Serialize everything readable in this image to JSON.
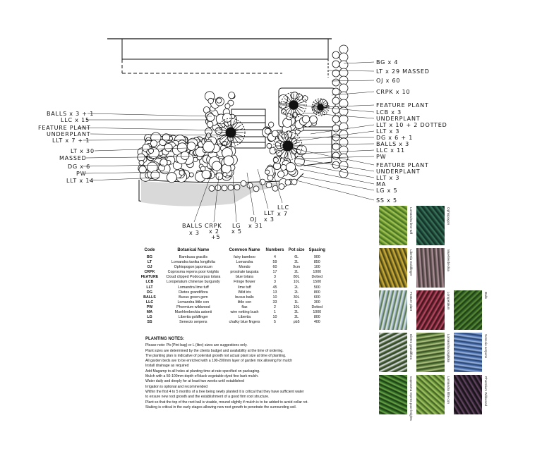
{
  "callouts": {
    "right": [
      "BG x 4",
      "LT x 29 MASSED",
      "OJ x 60",
      "CRPK x 10",
      "FEATURE PLANT",
      "LCB x 3",
      "UNDERPLANT",
      "LLT x 10 + 2 DOTTED",
      "LLT x 3",
      "DG x 6 + 1",
      "BALLS x 3",
      "LLC x 11",
      "PW",
      "FEATURE PLANT",
      "UNDERPLANT",
      "LLT x 3",
      "MA",
      "LG x 5",
      "SS x 5"
    ],
    "left": [
      "BALLS x 3 + 1",
      "LLC x 15",
      "FEATURE PLANT",
      "UNDERPLANT",
      "LLT x 7 + 1",
      "LT x 30",
      "MASSED",
      "DG x 6",
      "PW",
      "LLT x 14"
    ],
    "bottom": [
      "BALLS",
      "x 3",
      "CRPK",
      "x 2",
      "+5",
      "LG",
      "x 5",
      "OJ",
      "x 31",
      "LLT",
      "x 3",
      "LLC",
      "x 7"
    ]
  },
  "schedule": {
    "headers": [
      "Code",
      "Botanical Name",
      "Common Name",
      "Numbers",
      "Pot size",
      "Spacing"
    ],
    "rows": [
      [
        "BG",
        "Bambusa gracilis",
        "fairy bamboo",
        "4",
        "6L",
        "900"
      ],
      [
        "LT",
        "Lomandra tanika longifolia",
        "Lomandra",
        "59",
        "2L",
        "850"
      ],
      [
        "OJ",
        "Ophiopogon japonicum",
        "Mondo",
        "60",
        "9cm",
        "100"
      ],
      [
        "CRPK",
        "Coprosma repens poor knights",
        "prostrate taupata",
        "17",
        "2L",
        "1000"
      ],
      [
        "FEATURE",
        "Cloud clipped Podocarpus totara",
        "blue totara",
        "3",
        "80L",
        "Dotted"
      ],
      [
        "LCB",
        "Loropetalum chinense burgundy",
        "Fringe flower",
        "3",
        "10L",
        "1500"
      ],
      [
        "LLT",
        "Lomandra lime tuff",
        "lime tuff",
        "45",
        "2L",
        "500"
      ],
      [
        "DG",
        "Dietes grandiflora",
        "Wild iris",
        "13",
        "2L",
        "800"
      ],
      [
        "BALLS",
        "Buxus green gem",
        "buxus balls",
        "10",
        "30L",
        "600"
      ],
      [
        "LLC",
        "Lomandra little con",
        "little con",
        "33",
        "1L",
        "300"
      ],
      [
        "PW",
        "Phormium wildwood",
        "flax",
        "2",
        "10L",
        "Dotted"
      ],
      [
        "MA",
        "Muehlenbeckia astonii",
        "wire netting bush",
        "1",
        "2L",
        "1000"
      ],
      [
        "LG",
        "Libertia goldfinger",
        "Libertia",
        "10",
        "2L",
        "800"
      ],
      [
        "SS",
        "Senecio serpens",
        "chalky blue fingers",
        "5",
        "pb5",
        "400"
      ]
    ]
  },
  "notes": {
    "title": "PLANTING NOTES:",
    "lines": [
      "Please note: Pb (Pint bag) or L (litre) sizes are suggestions only.",
      "Plant sizes are determined by the clients budget and availability at the time of ordering.",
      "The planting plan is indicative of potential growth not actual plant size at time of planting.",
      "All garden beds are to be enriched with a 100-200mm layer of garden mix allowing for mulch",
      "Install drainage as required",
      "Add Magamp to all holes at planting time at rate specified on packaging.",
      "Mulch with a 50-100mm depth of black vegetable dyed fine bark mulch.",
      "Water daily and deeply for at least two weeks until established",
      "Irrigation is optional and recommended",
      "Within the first 4 to 5 months of a tree being newly planted it is critical that they have sufficient water",
      "to ensure new root growth and the establishment of a good firm root structure.",
      "Plant so that the top of the root ball is visable, mound slightly if mulch is to be added to avoid collar rot.",
      "Staking is critical in the early stages allowing new root growth to penetrate the surrounding soil."
    ]
  },
  "photos": [
    {
      "caption": "Lomandra lime tuff",
      "colors": [
        "#6f9a2e",
        "#a9c95a",
        "#3f6b1f"
      ]
    },
    {
      "caption": "Ophiopogon",
      "colors": [
        "#1f4a3a",
        "#3d7a5f",
        "#0f2a22"
      ]
    },
    {
      "caption": "Libertia Goldfinger",
      "colors": [
        "#8a7a1e",
        "#d8b43c",
        "#3b3a18"
      ]
    },
    {
      "caption": "Muehlenbeckia",
      "colors": [
        "#6b5a5a",
        "#b89aa4",
        "#3e3434"
      ]
    },
    {
      "caption": "Feature plant",
      "colors": [
        "#9fb7c9",
        "#4f6e3a",
        "#dfe8ef"
      ]
    },
    {
      "caption": "Loropetalum",
      "colors": [
        "#6a1f2e",
        "#c24f6a",
        "#3a1218"
      ]
    },
    {
      "caption": "Balls",
      "colors": [
        "#2f5e22",
        "#5e8f3a",
        "#1a3a12"
      ]
    },
    {
      "caption": "Dietes grandiflora",
      "colors": [
        "#2a3a24",
        "#e9ecef",
        "#4e6a3a"
      ]
    },
    {
      "caption": "Lomandra longifolia",
      "colors": [
        "#5e7e3a",
        "#b8c98a",
        "#2f4a1e"
      ]
    },
    {
      "caption": "Senecio serpens",
      "colors": [
        "#4a6fb0",
        "#9fb8e0",
        "#24406e"
      ]
    },
    {
      "caption": "Coprosma repens poor knights",
      "colors": [
        "#2e6a22",
        "#6fa84a",
        "#173812"
      ]
    },
    {
      "caption": "Lomandra little con",
      "colors": [
        "#6e9a3a",
        "#a8c86a",
        "#3a5a1e"
      ]
    },
    {
      "caption": "Phormium Wildwood",
      "colors": [
        "#2a1f2a",
        "#6a4a6a",
        "#120e12"
      ]
    }
  ]
}
